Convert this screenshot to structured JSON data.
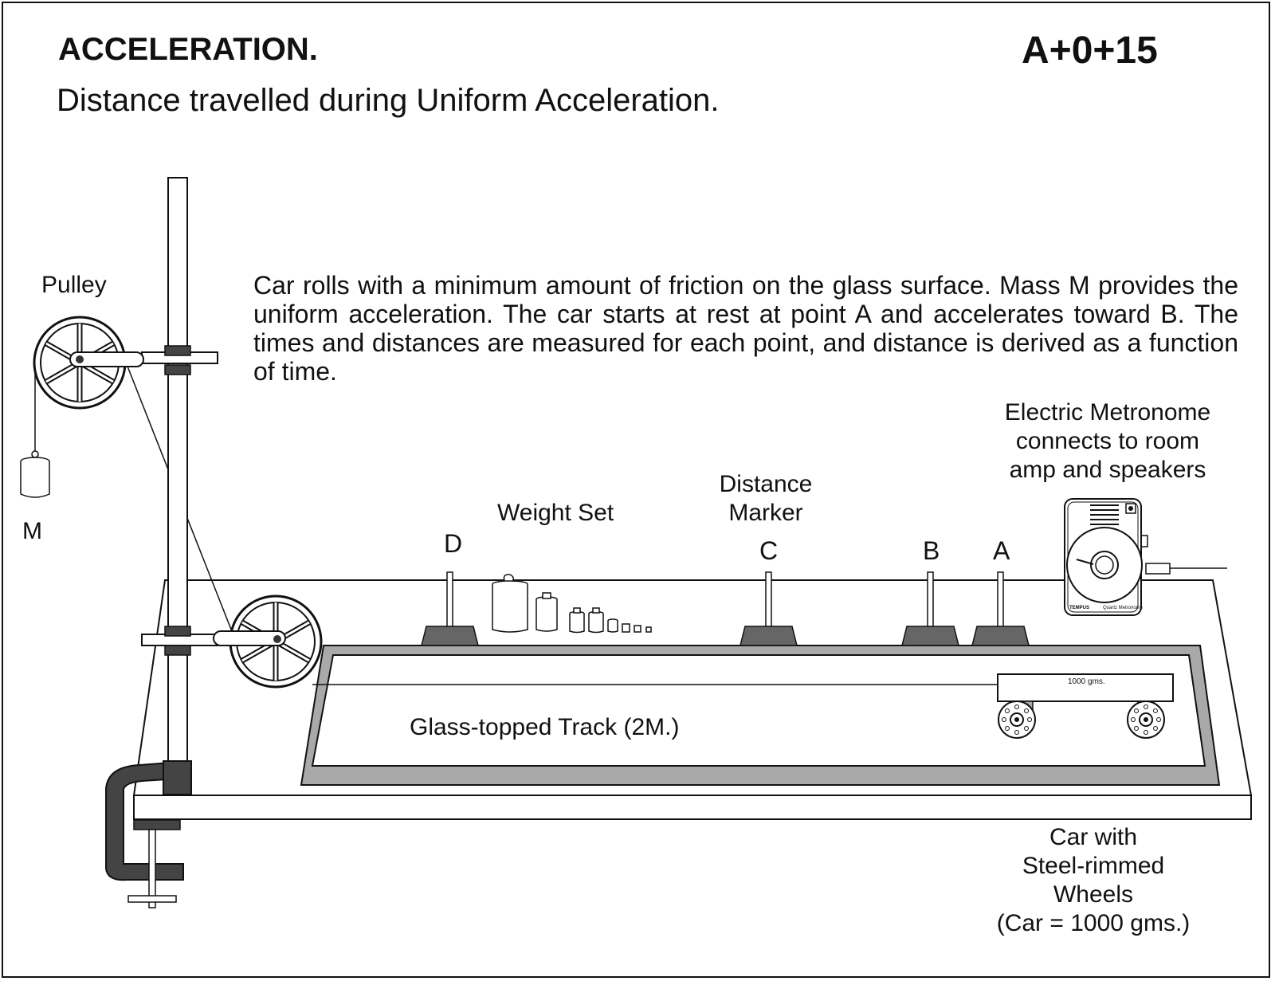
{
  "header": {
    "title": "ACCELERATION.",
    "code": "A+0+15",
    "subtitle": "Distance travelled during Uniform Acceleration."
  },
  "description": "Car rolls with a minimum amount of friction on the glass surface. Mass M provides the uniform acceleration.  The car starts at rest at point A and accelerates toward B. The times and distances are measured for each point, and distance is derived as a function of time.",
  "labels": {
    "pulley": "Pulley",
    "mass": "M",
    "weight_set": "Weight Set",
    "distance_marker_line1": "Distance",
    "distance_marker_line2": "Marker",
    "point_d": "D",
    "point_c": "C",
    "point_b": "B",
    "point_a": "A",
    "metronome_line1": "Electric Metronome",
    "metronome_line2": "connects to room",
    "metronome_line3": "amp and speakers",
    "metronome_brand": "TEMPUS",
    "metronome_model": "Quartz Metronome",
    "track": "Glass-topped Track (2M.)",
    "car_mass": "1000 gms.",
    "car_line1": "Car with",
    "car_line2": "Steel-rimmed",
    "car_line3": "Wheels",
    "car_line4": "(Car = 1000 gms.)"
  }
}
